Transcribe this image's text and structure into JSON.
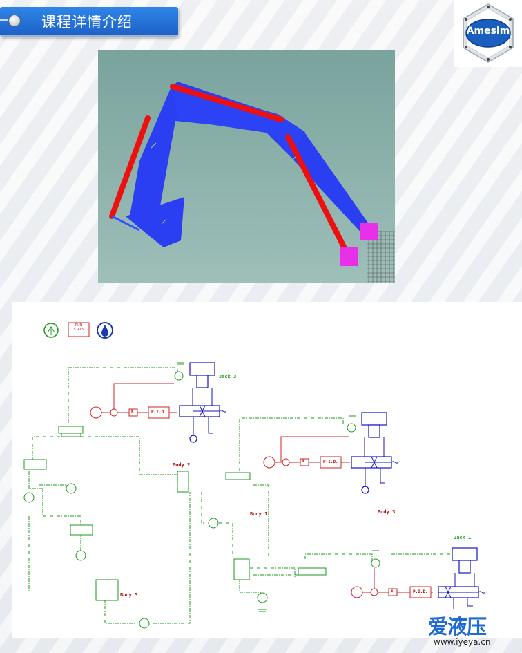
{
  "header": {
    "title": "课程详情介绍"
  },
  "logo": {
    "text": "Amesim"
  },
  "diagram": {
    "toolbar": {
      "run_stats_label": "RUN\nSTATS"
    },
    "labels": {
      "body_2": "Body 2",
      "body_1": "Body 1",
      "body_3": "Body 3",
      "body_5": "Body 5",
      "jack_3": "Jack 3",
      "jack_1": "Jack 1",
      "pid": "P.I.D.",
      "k": "k"
    }
  },
  "watermark": {
    "main": "爱液压",
    "url": "www.iyeya.cn"
  },
  "colors": {
    "title_bar": "#1e62c8",
    "boom_blue": "#2a3ff2",
    "cylinder_red": "#ee1010",
    "hydraulic_blue": "#1414c8",
    "signal_red": "#d42020",
    "mechanical_green": "#1a9a1a"
  }
}
